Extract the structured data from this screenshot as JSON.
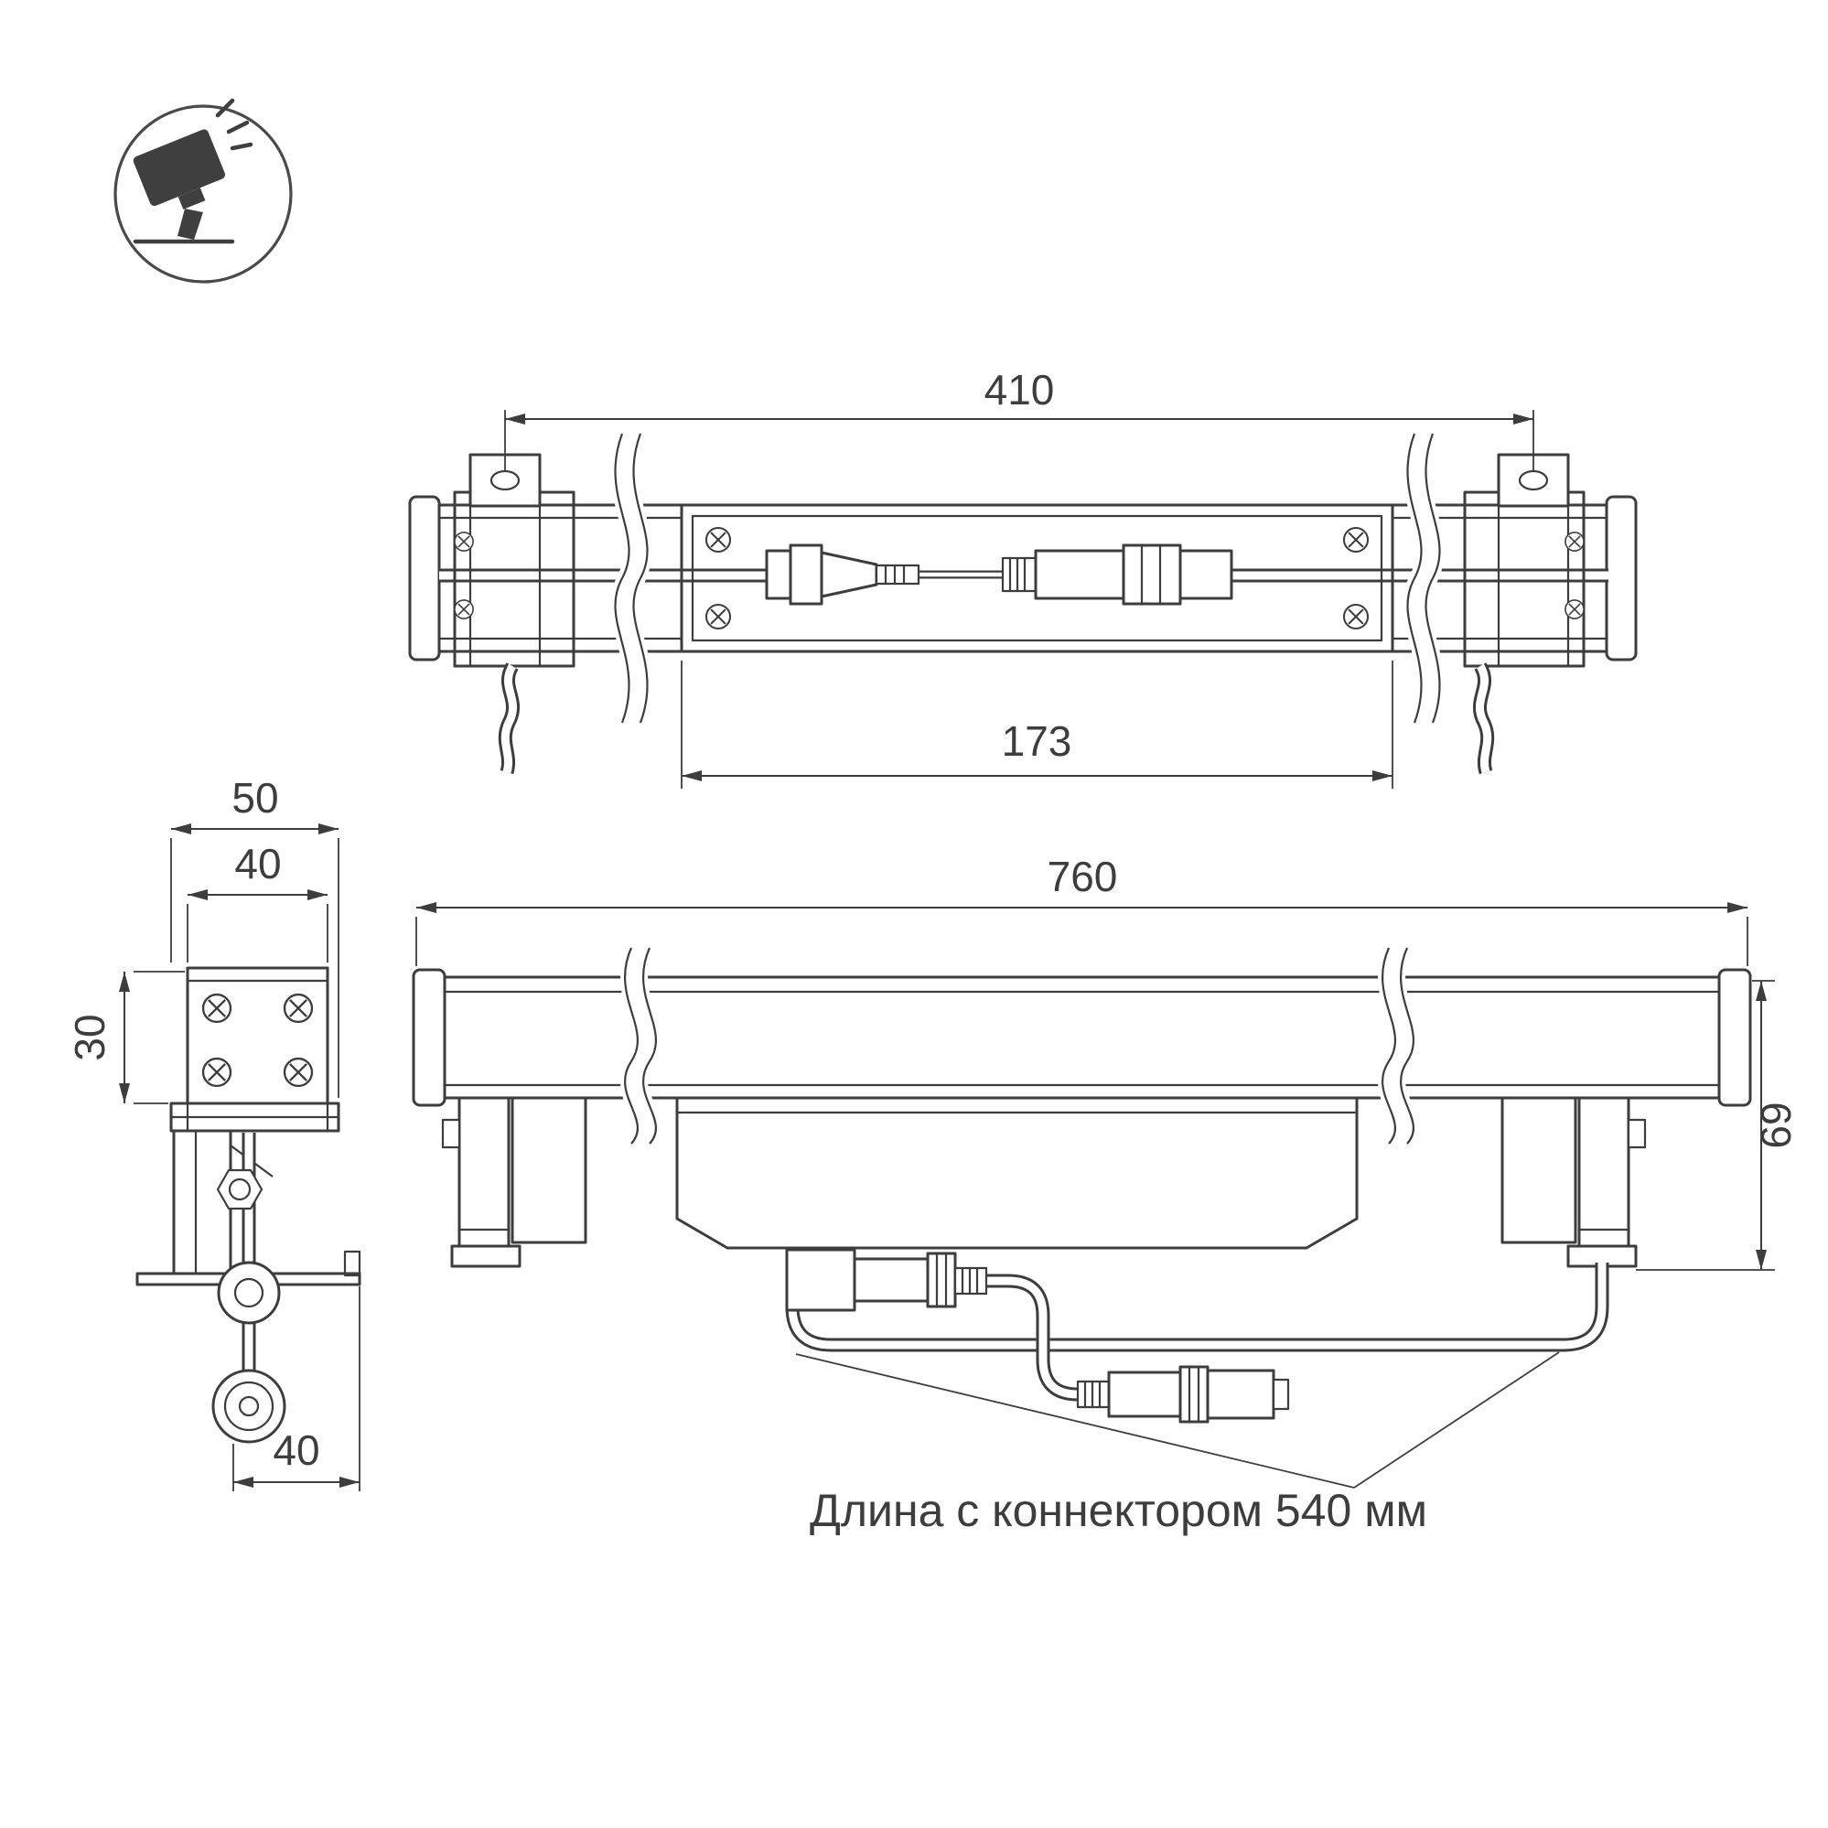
{
  "meta": {
    "background_color": "#ffffff",
    "line_color": "#3d3d3d"
  },
  "icon": {
    "name": "floodlight-icon"
  },
  "views": {
    "top": {
      "dim_width": "410",
      "dim_inner": "173"
    },
    "side": {
      "dim_outer": "50",
      "dim_body": "40",
      "dim_height": "30",
      "dim_offset": "40"
    },
    "front": {
      "dim_length": "760",
      "dim_height": "69"
    }
  },
  "annotation": {
    "connector_note": "Длина с коннектором 540 мм"
  }
}
